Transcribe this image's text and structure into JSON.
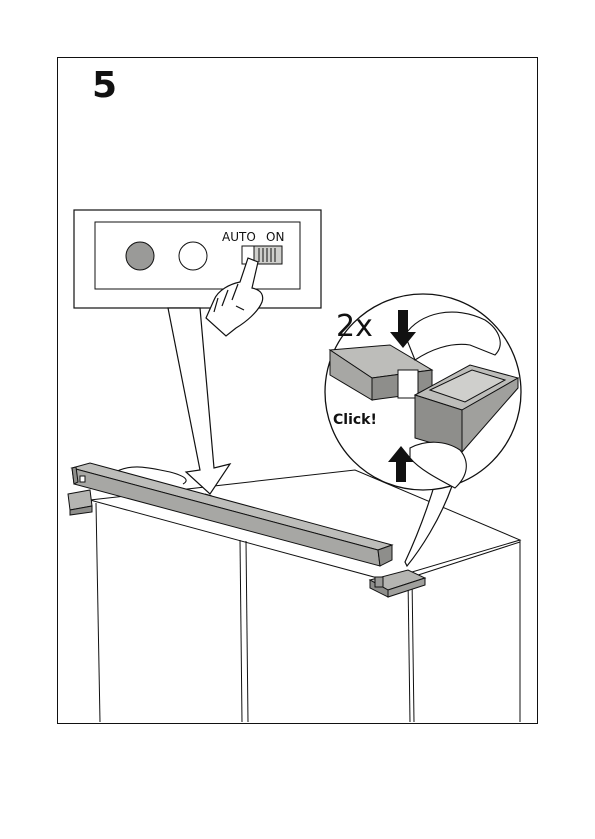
{
  "step": {
    "number": "5"
  },
  "control_panel": {
    "mode_auto": "AUTO",
    "mode_on": "ON"
  },
  "detail": {
    "repeat": "2x",
    "sound": "Click!"
  },
  "colors": {
    "product_fill": "#a7a7a4",
    "product_dark": "#8e8e8b",
    "led_fill": "#9a9a98",
    "outline": "#111111"
  },
  "icons": [
    "pointing-hand-icon",
    "arrow-down-icon",
    "arrow-up-icon"
  ]
}
